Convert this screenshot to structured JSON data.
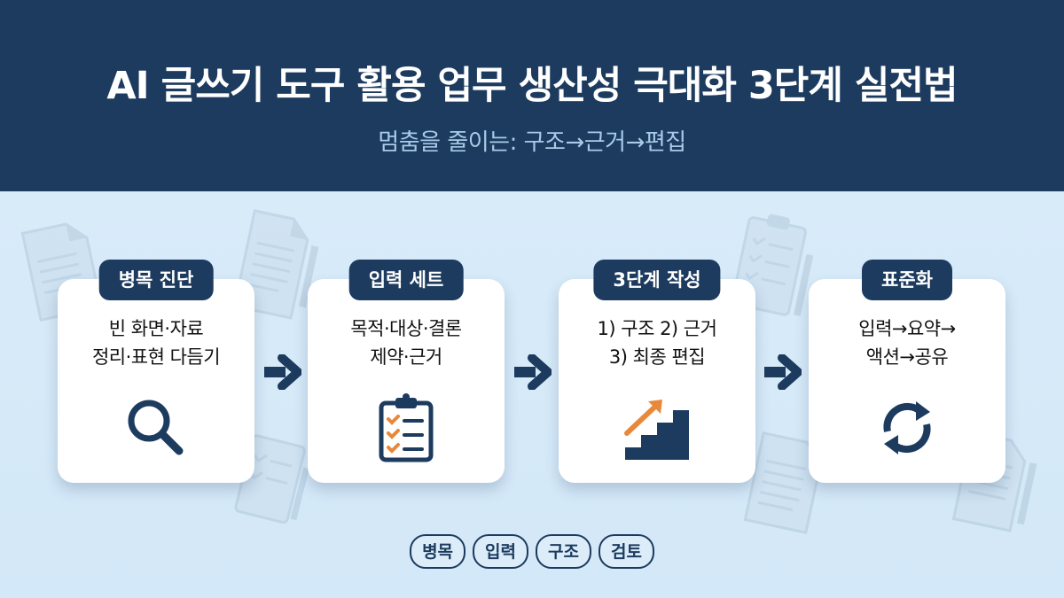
{
  "header": {
    "title": "AI 글쓰기 도구 활용 업무 생산성 극대화 3단계 실전법",
    "subtitle": "멈춤을 줄이는: 구조→근거→편집"
  },
  "steps": [
    {
      "label": "병목 진단",
      "line1": "빈 화면·자료",
      "line2": "정리·표현 다듬기",
      "icon": "magnifier-icon"
    },
    {
      "label": "입력 세트",
      "line1": "목적·대상·결론",
      "line2": "제약·근거",
      "icon": "clipboard-checklist-icon"
    },
    {
      "label": "3단계 작성",
      "line1": "1) 구조 2) 근거",
      "line2": "3) 최종 편집",
      "icon": "stairs-arrow-icon"
    },
    {
      "label": "표준화",
      "line1": "입력→요약→",
      "line2": "액션→공유",
      "icon": "refresh-cycle-icon"
    }
  ],
  "tags": [
    "병목",
    "입력",
    "구조",
    "검토"
  ],
  "colors": {
    "navy": "#1c3b5e",
    "background": "#d6eaf8",
    "accent_orange": "#e8883a",
    "subtitle": "#a9cbe8"
  }
}
